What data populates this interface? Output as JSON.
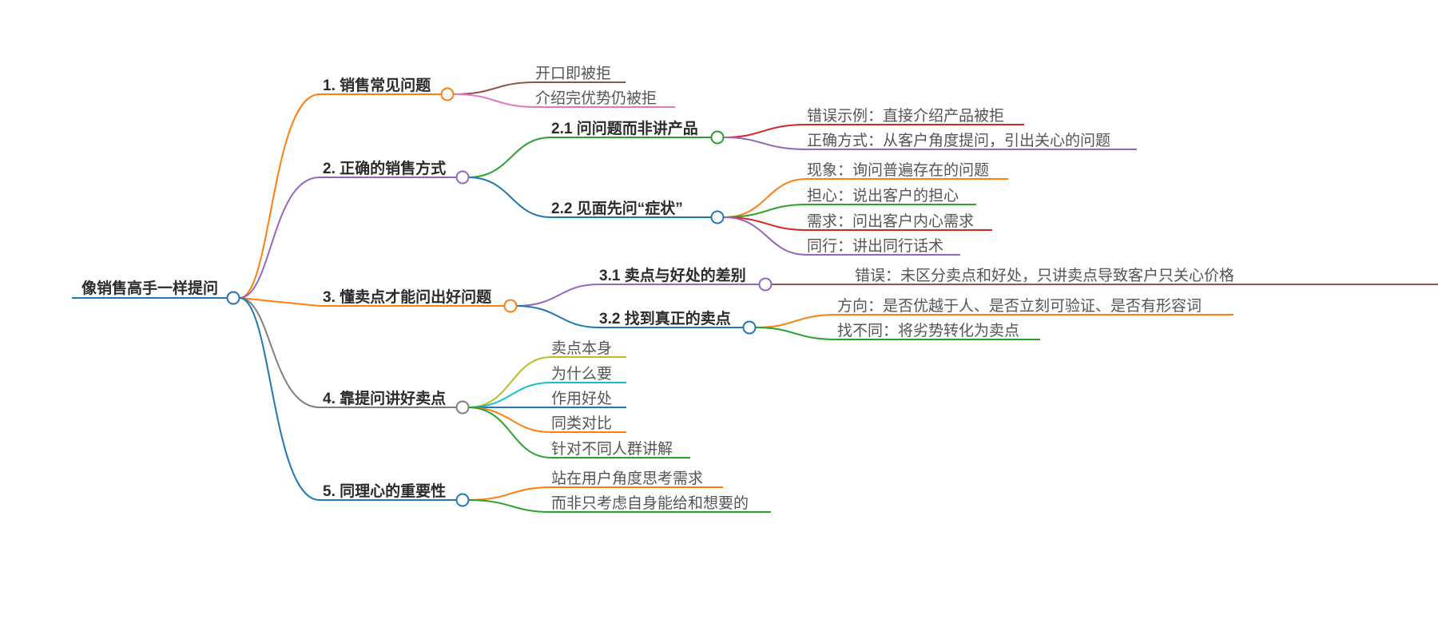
{
  "mindmap": {
    "root": "像销售高手一样提问",
    "colors": {
      "orange": "#ff7f0e",
      "purple": "#9467bd",
      "green": "#2ca02c",
      "blue": "#1f77b4",
      "red": "#d62728",
      "brown": "#8c564b",
      "pink": "#e377c2",
      "gray": "#7f7f7f",
      "olive": "#bcbd22",
      "cyan": "#17becf"
    },
    "branches": [
      {
        "label": "1. 销售常见问题",
        "leaves": [
          "开口即被拒",
          "介绍完优势仍被拒"
        ]
      },
      {
        "label": "2. 正确的销售方式",
        "children": [
          {
            "label": "2.1 问问题而非讲产品",
            "leaves": [
              "错误示例：直接介绍产品被拒",
              "正确方式：从客户角度提问，引出关心的问题"
            ]
          },
          {
            "label": "2.2 见面先问“症状”",
            "leaves": [
              "现象：询问普遍存在的问题",
              "担心：说出客户的担心",
              "需求：问出客户内心需求",
              "同行：讲出同行话术"
            ]
          }
        ]
      },
      {
        "label": "3. 懂卖点才能问出好问题",
        "children": [
          {
            "label": "3.1 卖点与好处的差别",
            "leaves": [
              "错误：未区分卖点和好处，只讲卖点导致客户只关心价格"
            ]
          },
          {
            "label": "3.2 找到真正的卖点",
            "leaves": [
              "方向：是否优越于人、是否立刻可验证、是否有形容词",
              "找不同：将劣势转化为卖点"
            ]
          }
        ]
      },
      {
        "label": "4. 靠提问讲好卖点",
        "leaves": [
          "卖点本身",
          "为什么要",
          "作用好处",
          "同类对比",
          "针对不同人群讲解"
        ]
      },
      {
        "label": "5. 同理心的重要性",
        "leaves": [
          "站在用户角度思考需求",
          "而非只考虑自身能给和想要的"
        ]
      }
    ]
  }
}
